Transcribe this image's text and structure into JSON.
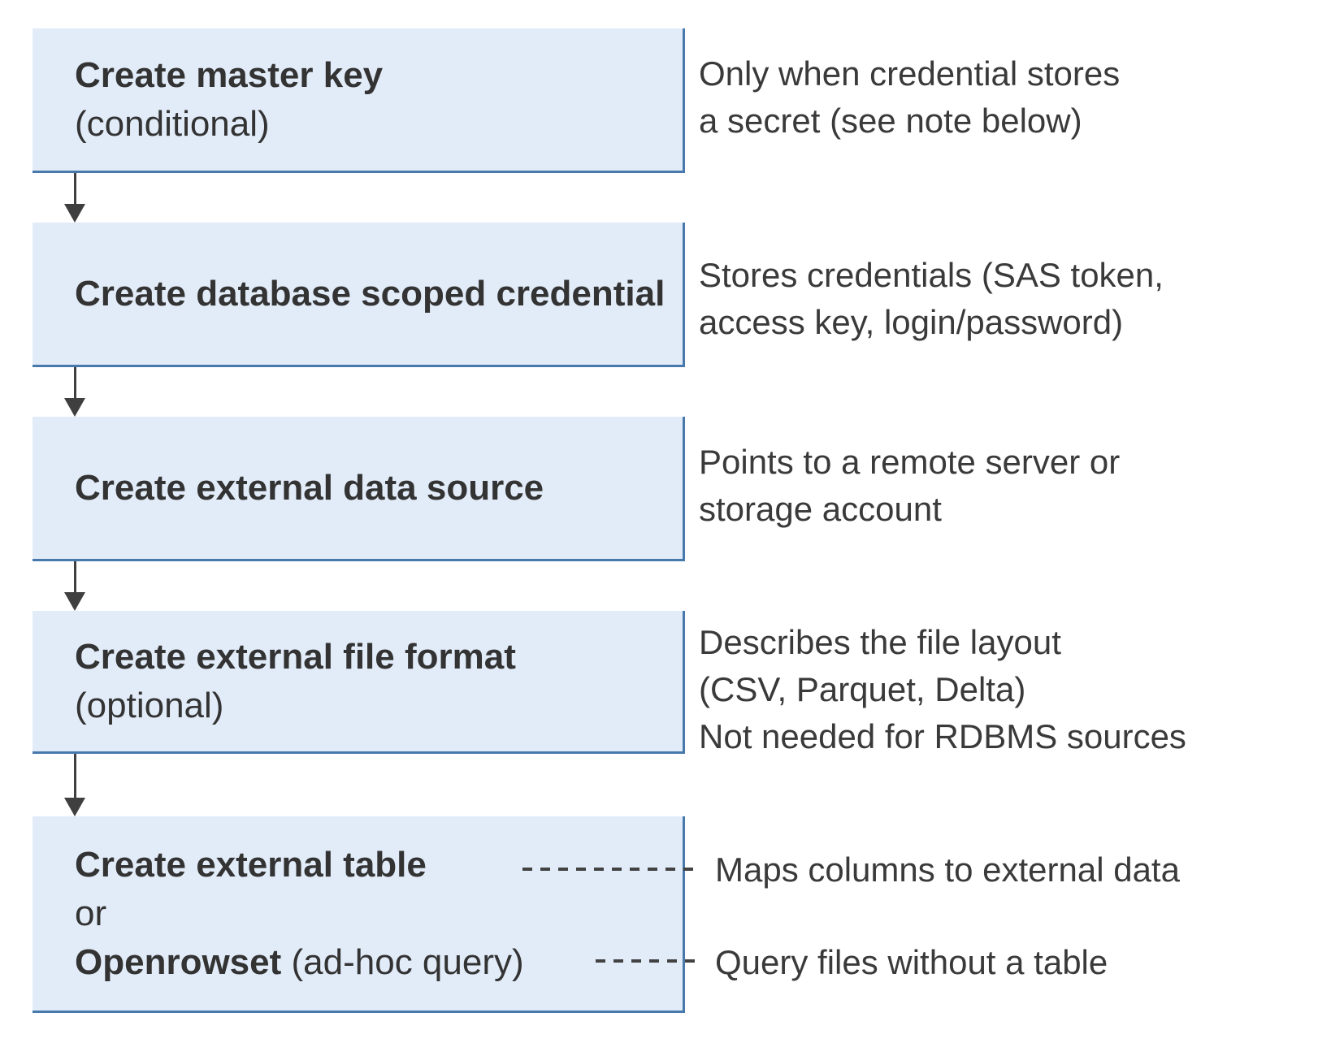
{
  "diagram": {
    "steps": [
      {
        "title": "Create master key",
        "subtitle": "(conditional)",
        "annotation": "Only when credential stores\na secret (see note below)"
      },
      {
        "title": "Create database scoped credential",
        "annotation": "Stores credentials (SAS token,\naccess key, login/password)"
      },
      {
        "title": "Create external data source",
        "annotation": "Points to a remote server or\nstorage account"
      },
      {
        "title": "Create external file format",
        "subtitle": "(optional)",
        "annotation": "Describes the file layout\n(CSV, Parquet, Delta)\nNot needed for RDBMS sources"
      }
    ],
    "final_step": {
      "line1_bold": "Create external table",
      "line2": "or",
      "line3_bold": "Openrowset",
      "line3_regular": " (ad-hoc query)",
      "annotation_table": "Maps columns to external data",
      "annotation_openrowset": "Query files without a table"
    },
    "colors": {
      "box_fill": "#E2ECF9",
      "box_border": "#4779AC",
      "arrow": "#3F3F3F",
      "text": "#333333"
    }
  }
}
